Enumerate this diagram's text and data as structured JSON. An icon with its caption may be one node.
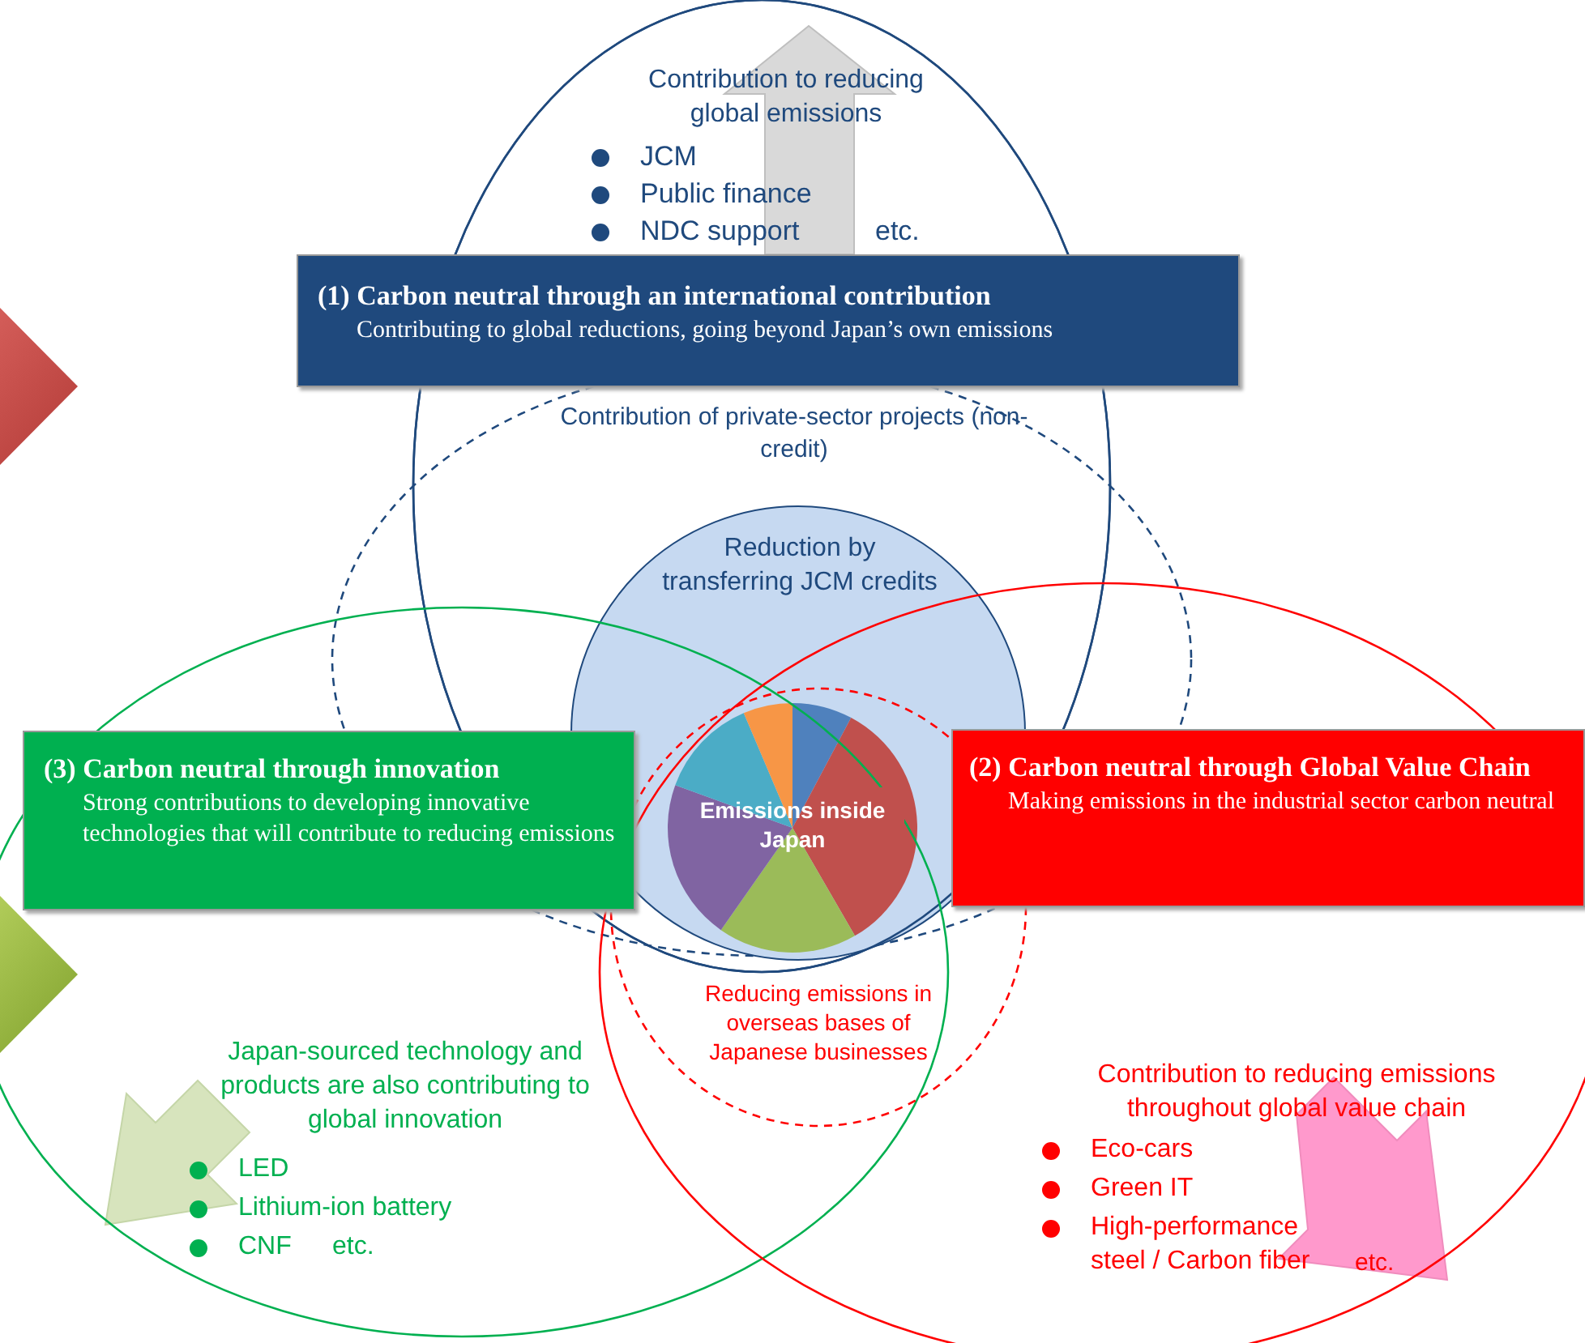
{
  "diagram": {
    "nodes": [
      {
        "text": [
          "(1) Carbon neutral through an international contribution",
          "Contributing to global reductions, going beyond Japan’s own emissions"
        ]
      },
      {
        "text": [
          "(2) Carbon neutral through Global Value Chain",
          "Making emissions in the industrial sector carbon neutral"
        ]
      },
      {
        "text": [
          "(3) Carbon neutral through innovation",
          "Strong contributions to developing innovative technologies that will contribute to reducing emissions"
        ]
      },
      {
        "text": [
          "Reduction by transferring JCM credits"
        ]
      },
      {
        "text": [
          "Emissions inside Japan"
        ],
        "in": 3
      },
      {
        "text": [],
        "shape": "diamond"
      },
      {
        "text": [],
        "shape": "diamond"
      }
    ],
    "labels": [
      "Contribution to reducing global emissions",
      "JCM",
      "Public finance",
      "NDC support",
      "etc.",
      "Contribution of private-sector projects (non-credit)",
      "Reducing emissions in overseas bases of Japanese businesses",
      "Japan-sourced technology and products are also contributing to global innovation",
      "LED",
      "Lithium-ion battery",
      "CNF",
      "etc.",
      "Contribution to reducing emissions throughout global value chain",
      "Eco-cars",
      "Green IT",
      "High-performance steel / Carbon fiber",
      "etc."
    ]
  }
}
